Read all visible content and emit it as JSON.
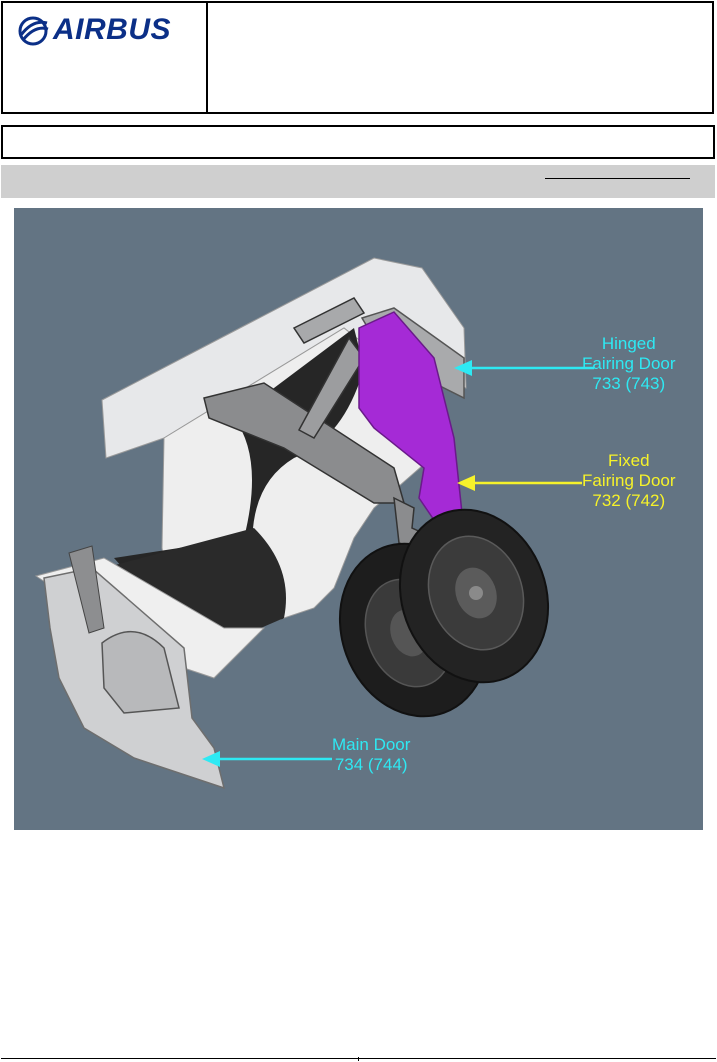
{
  "header": {
    "logo_text": "AIRBUS",
    "brand_color": "#0b2f87"
  },
  "figure": {
    "background": "#637483",
    "labels": {
      "hinged": {
        "line1": "Hinged",
        "line2": "Fairing Door",
        "line3": "733 (743)",
        "color": "#2ee9f3"
      },
      "fixed": {
        "line1": "Fixed",
        "line2": "Fairing Door",
        "line3": "732 (742)",
        "color": "#f6f22a"
      },
      "main": {
        "line1": "Main Door",
        "line2": "734 (744)",
        "color": "#2ee9f3"
      }
    },
    "highlight_color": "#a52ad6"
  }
}
